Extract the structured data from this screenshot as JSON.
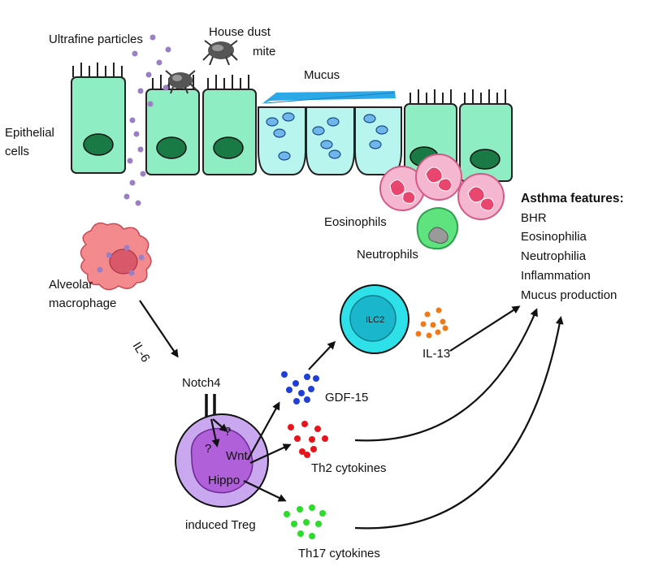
{
  "labels": {
    "ultrafine_particles": "Ultrafine particles",
    "house_dust_mite_line1": "House dust",
    "house_dust_mite_line2": "mite",
    "mucus": "Mucus",
    "epithelial_line1": "Epithelial",
    "epithelial_line2": "cells",
    "eosinophils": "Eosinophils",
    "neutrophils": "Neutrophils",
    "alveolar_line1": "Alveolar",
    "alveolar_line2": "macrophage",
    "il6": "IL-6",
    "notch4": "Notch4",
    "ilc2": "ILC2",
    "il13": "IL-13",
    "gdf15": "GDF-15",
    "wnt": "Wnt",
    "hippo": "Hippo",
    "question1": "?",
    "question2": "?",
    "th2_cytokines": "Th2 cytokines",
    "induced_treg": "induced Treg",
    "th17_cytokines": "Th17 cytokines"
  },
  "asthma_features": {
    "title": "Asthma features:",
    "items": [
      "BHR",
      "Eosinophilia",
      "Neutrophilia",
      "Inflammation",
      "Mucus production"
    ]
  },
  "colors": {
    "epithelial_cell": "#8eedc2",
    "nucleus": "#1a7a45",
    "goblet_cell": "#b9f5ef",
    "mucus": "#2aa8e8",
    "particle": "#9b7fc4",
    "macrophage": "#f28a8e",
    "eosinophil": "#f5b7d0",
    "neutrophil": "#5fe37e",
    "ilc2": "#2ee0e8",
    "treg": "#c9a8f0",
    "gdf15": "#1f3fd6",
    "th2": "#e8141c",
    "th17": "#2bdc2b",
    "il13": "#f07a1a"
  }
}
